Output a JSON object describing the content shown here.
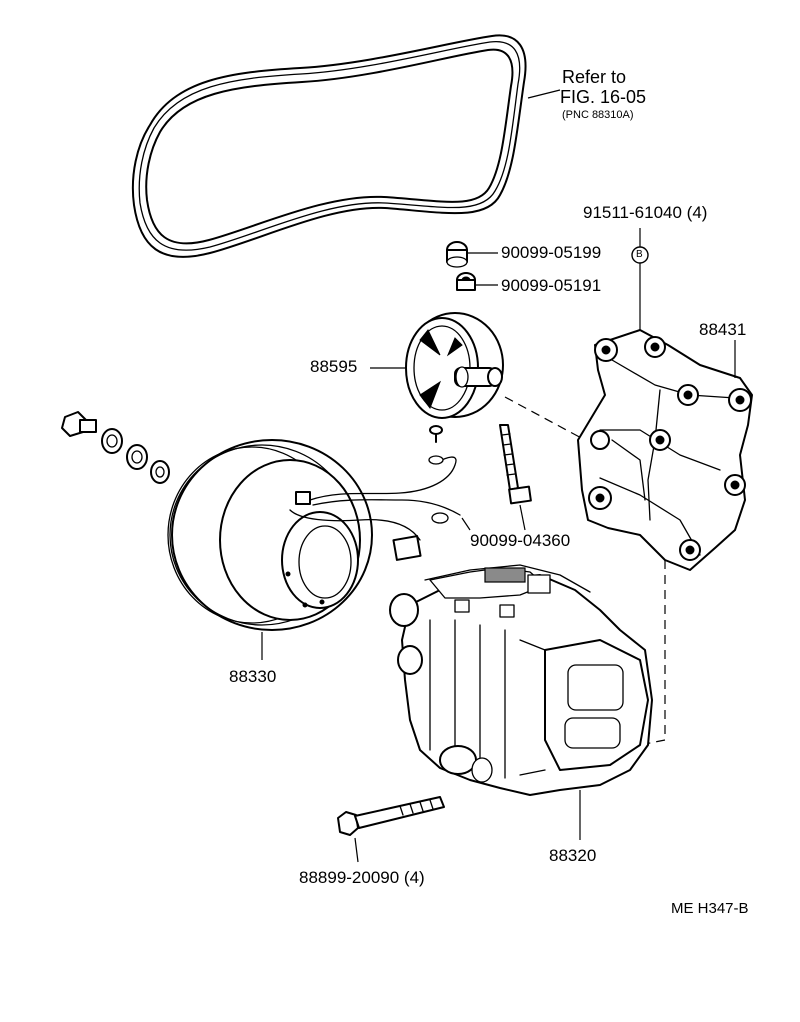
{
  "labels": {
    "refer_line1": "Refer to",
    "refer_line2": "FIG. 16-05",
    "refer_line3": "(PNC 88310A)",
    "bolt_b": "91511-61040 (4)",
    "circle_b": "B",
    "plug_1": "90099-05199",
    "plug_2": "90099-05191",
    "idler_pulley": "88595",
    "bracket": "88431",
    "stud_bolt": "90099-04360",
    "clutch": "88330",
    "compressor": "88320",
    "bolt": "88899-20090 (4)",
    "fig_code": "ME H347-B"
  }
}
